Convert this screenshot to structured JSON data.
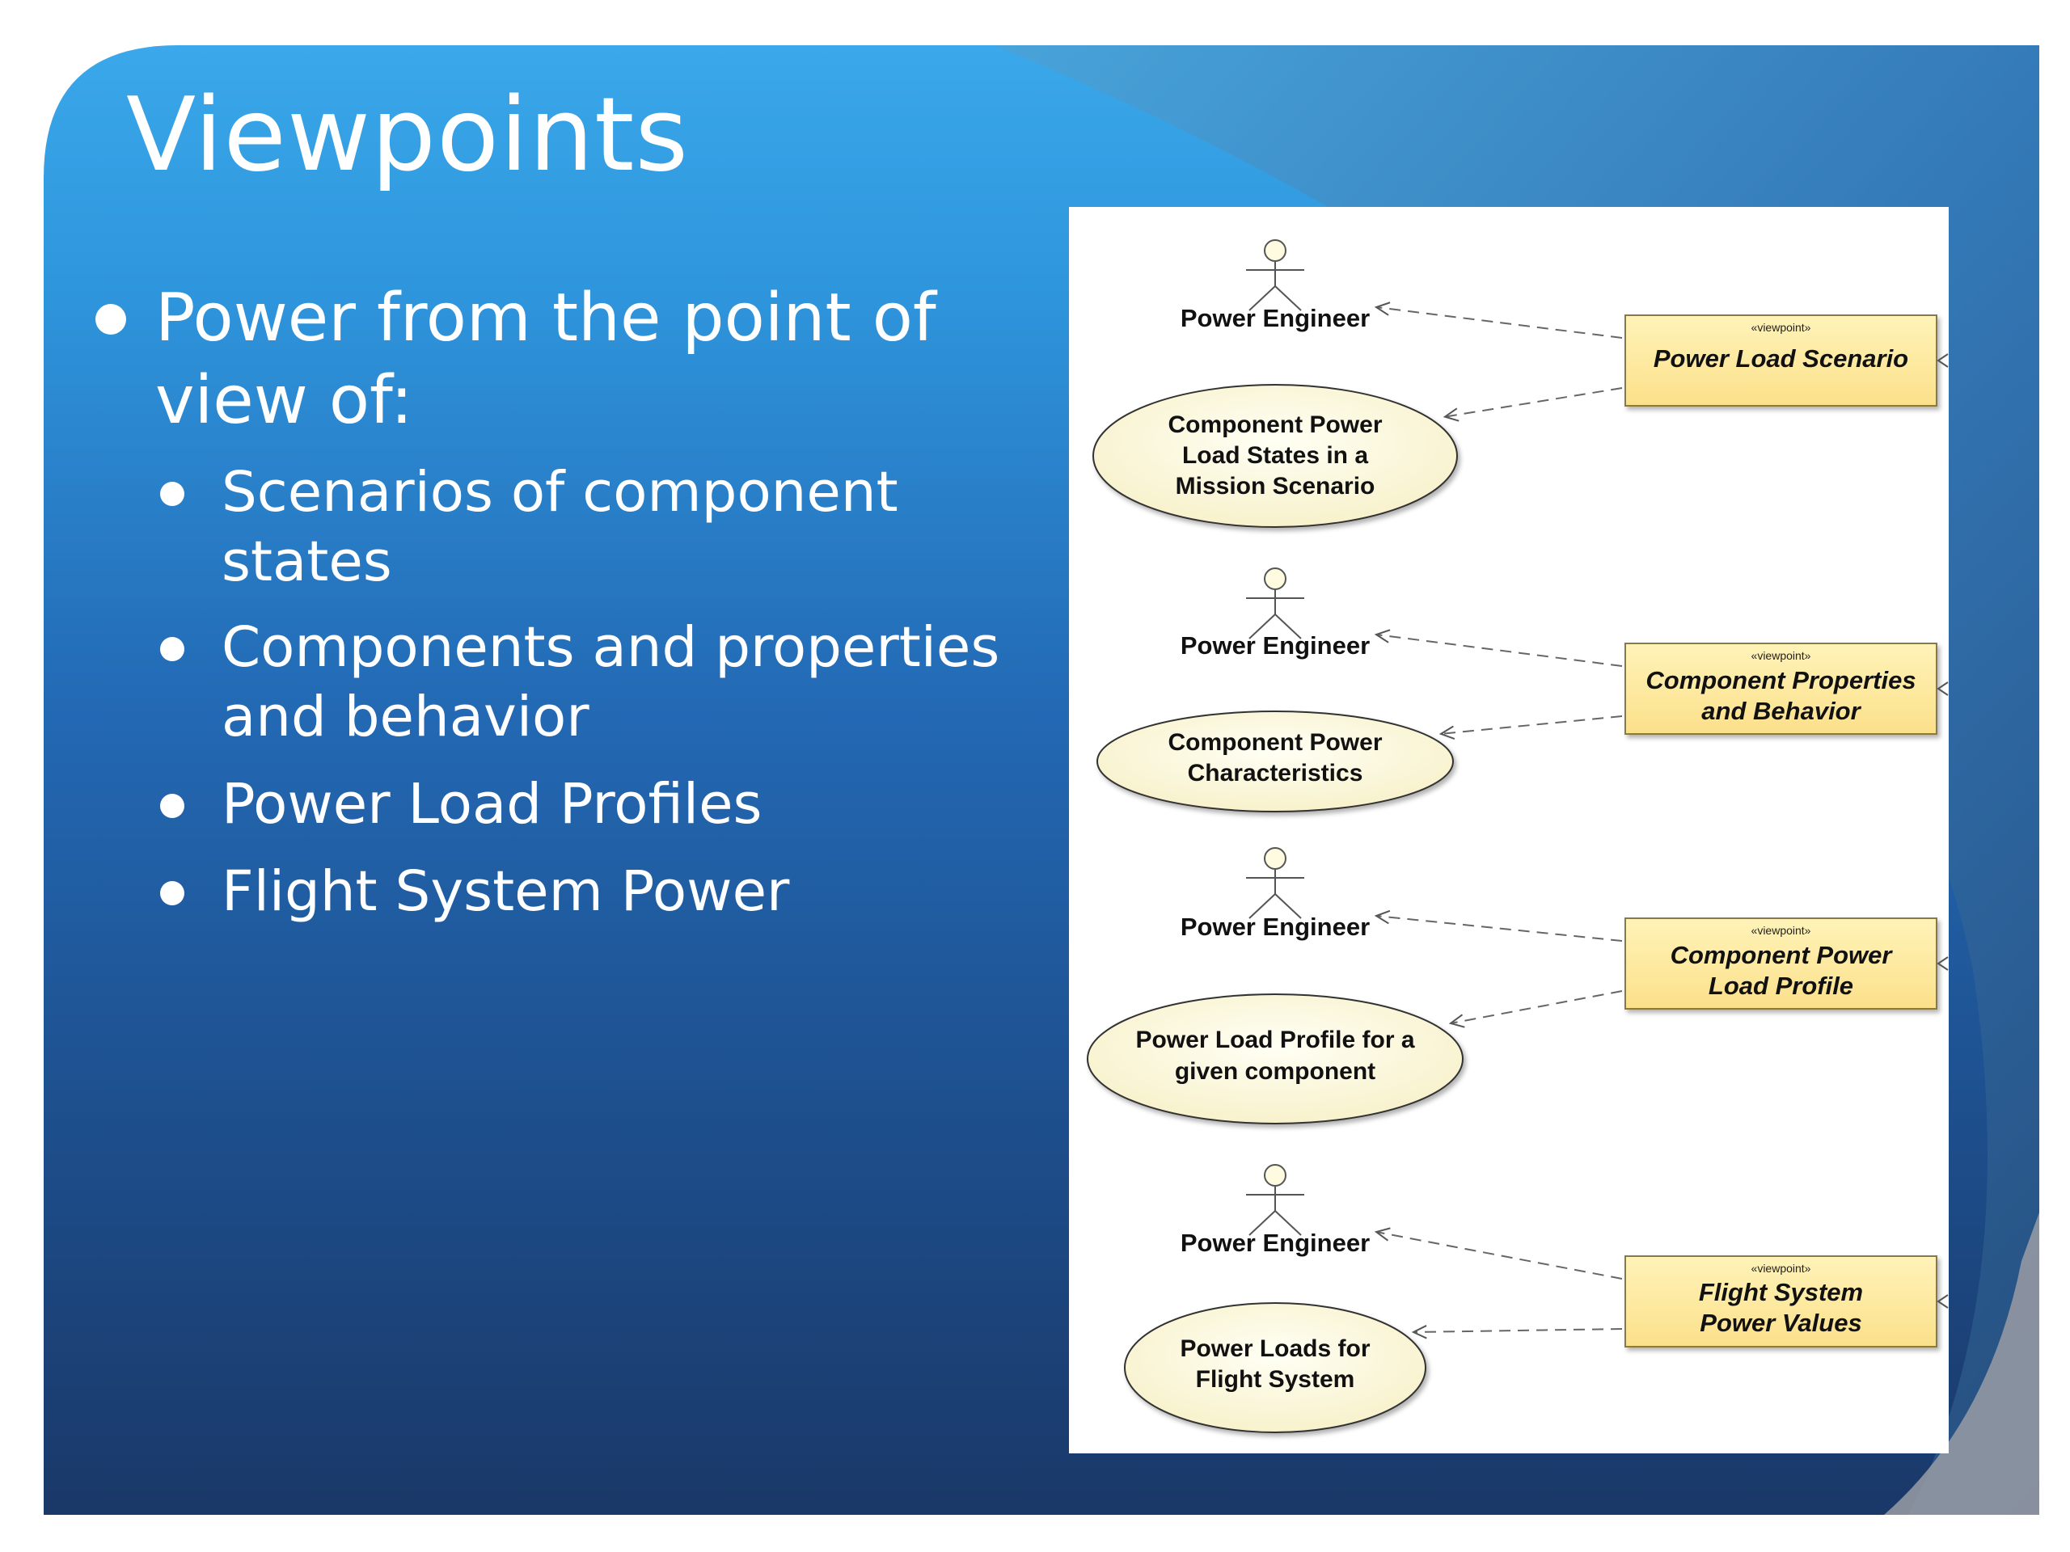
{
  "slide": {
    "title": "Viewpoints",
    "bullets": {
      "main_line1": "Power from the point of",
      "main_line2": "view of:",
      "items": [
        {
          "lines": [
            "Scenarios of component",
            "states"
          ]
        },
        {
          "lines": [
            "Components and properties",
            "and behavior"
          ]
        },
        {
          "lines": [
            "Power Load Profiles"
          ]
        },
        {
          "lines": [
            "Flight System Power"
          ]
        }
      ]
    }
  },
  "diagram": {
    "groups": [
      {
        "actor": "Power Engineer",
        "usecase_lines": [
          "Component Power",
          "Load States in a",
          "Mission Scenario"
        ],
        "stereotype": "«viewpoint»",
        "viewpoint_lines": [
          "Power Load Scenario"
        ]
      },
      {
        "actor": "Power Engineer",
        "usecase_lines": [
          "Component Power",
          "Characteristics"
        ],
        "stereotype": "«viewpoint»",
        "viewpoint_lines": [
          "Component Properties",
          "and Behavior"
        ]
      },
      {
        "actor": "Power Engineer",
        "usecase_lines": [
          "Power Load Profile for a",
          "given component"
        ],
        "stereotype": "«viewpoint»",
        "viewpoint_lines": [
          "Component Power",
          "Load Profile"
        ]
      },
      {
        "actor": "Power Engineer",
        "usecase_lines": [
          "Power Loads for",
          "Flight System"
        ],
        "stereotype": "«viewpoint»",
        "viewpoint_lines": [
          "Flight System",
          "Power Values"
        ]
      }
    ]
  }
}
